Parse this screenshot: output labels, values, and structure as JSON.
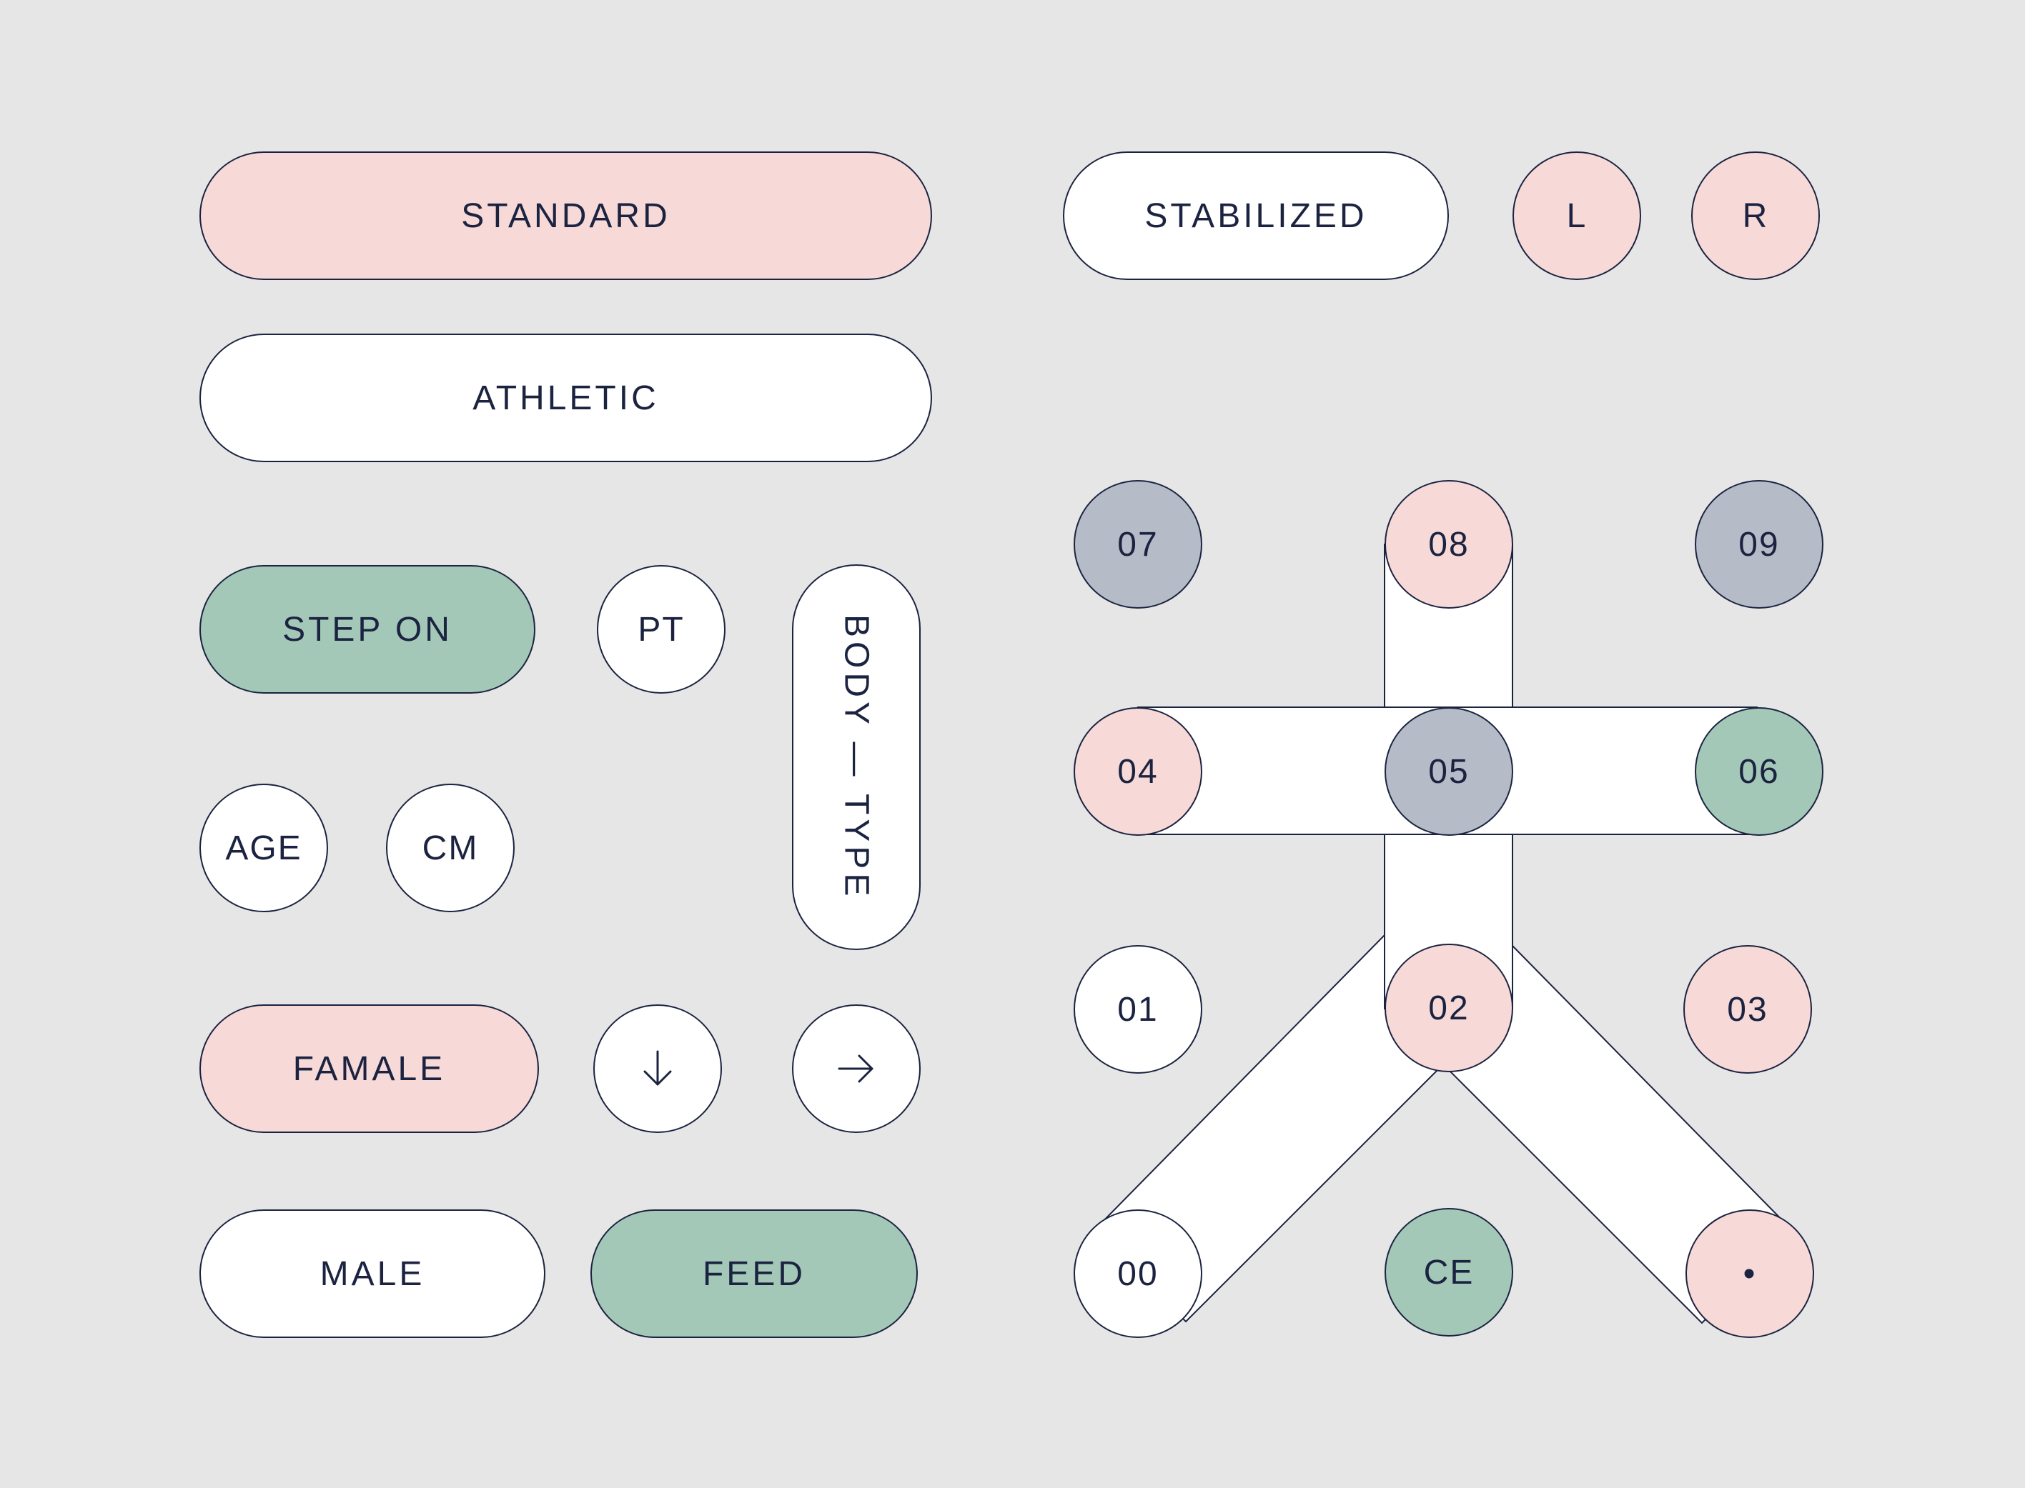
{
  "colors": {
    "background": "#e6e6e6",
    "pink": "#f7dad8",
    "white": "#ffffff",
    "green": "#a3c8b7",
    "grey": "#b5bcc8",
    "ink": "#1b2340"
  },
  "body_type": {
    "standard": "STANDARD",
    "athletic": "ATHLETIC",
    "stabilized": "STABILIZED",
    "left": "L",
    "right": "R",
    "vertical_label": "BODY — TYPE"
  },
  "controls": {
    "step_on": "STEP ON",
    "pt": "PT",
    "age": "AGE",
    "cm": "CM",
    "female": "FAMALE",
    "male": "MALE",
    "feed": "FEED",
    "down_icon": "arrow-down-icon",
    "right_icon": "arrow-right-icon"
  },
  "skeleton_nodes": {
    "n07": "07",
    "n08": "08",
    "n09": "09",
    "n04": "04",
    "n05": "05",
    "n06": "06",
    "n01": "01",
    "n02": "02",
    "n03": "03",
    "n00": "00",
    "ce": "CE",
    "dot": "•"
  }
}
